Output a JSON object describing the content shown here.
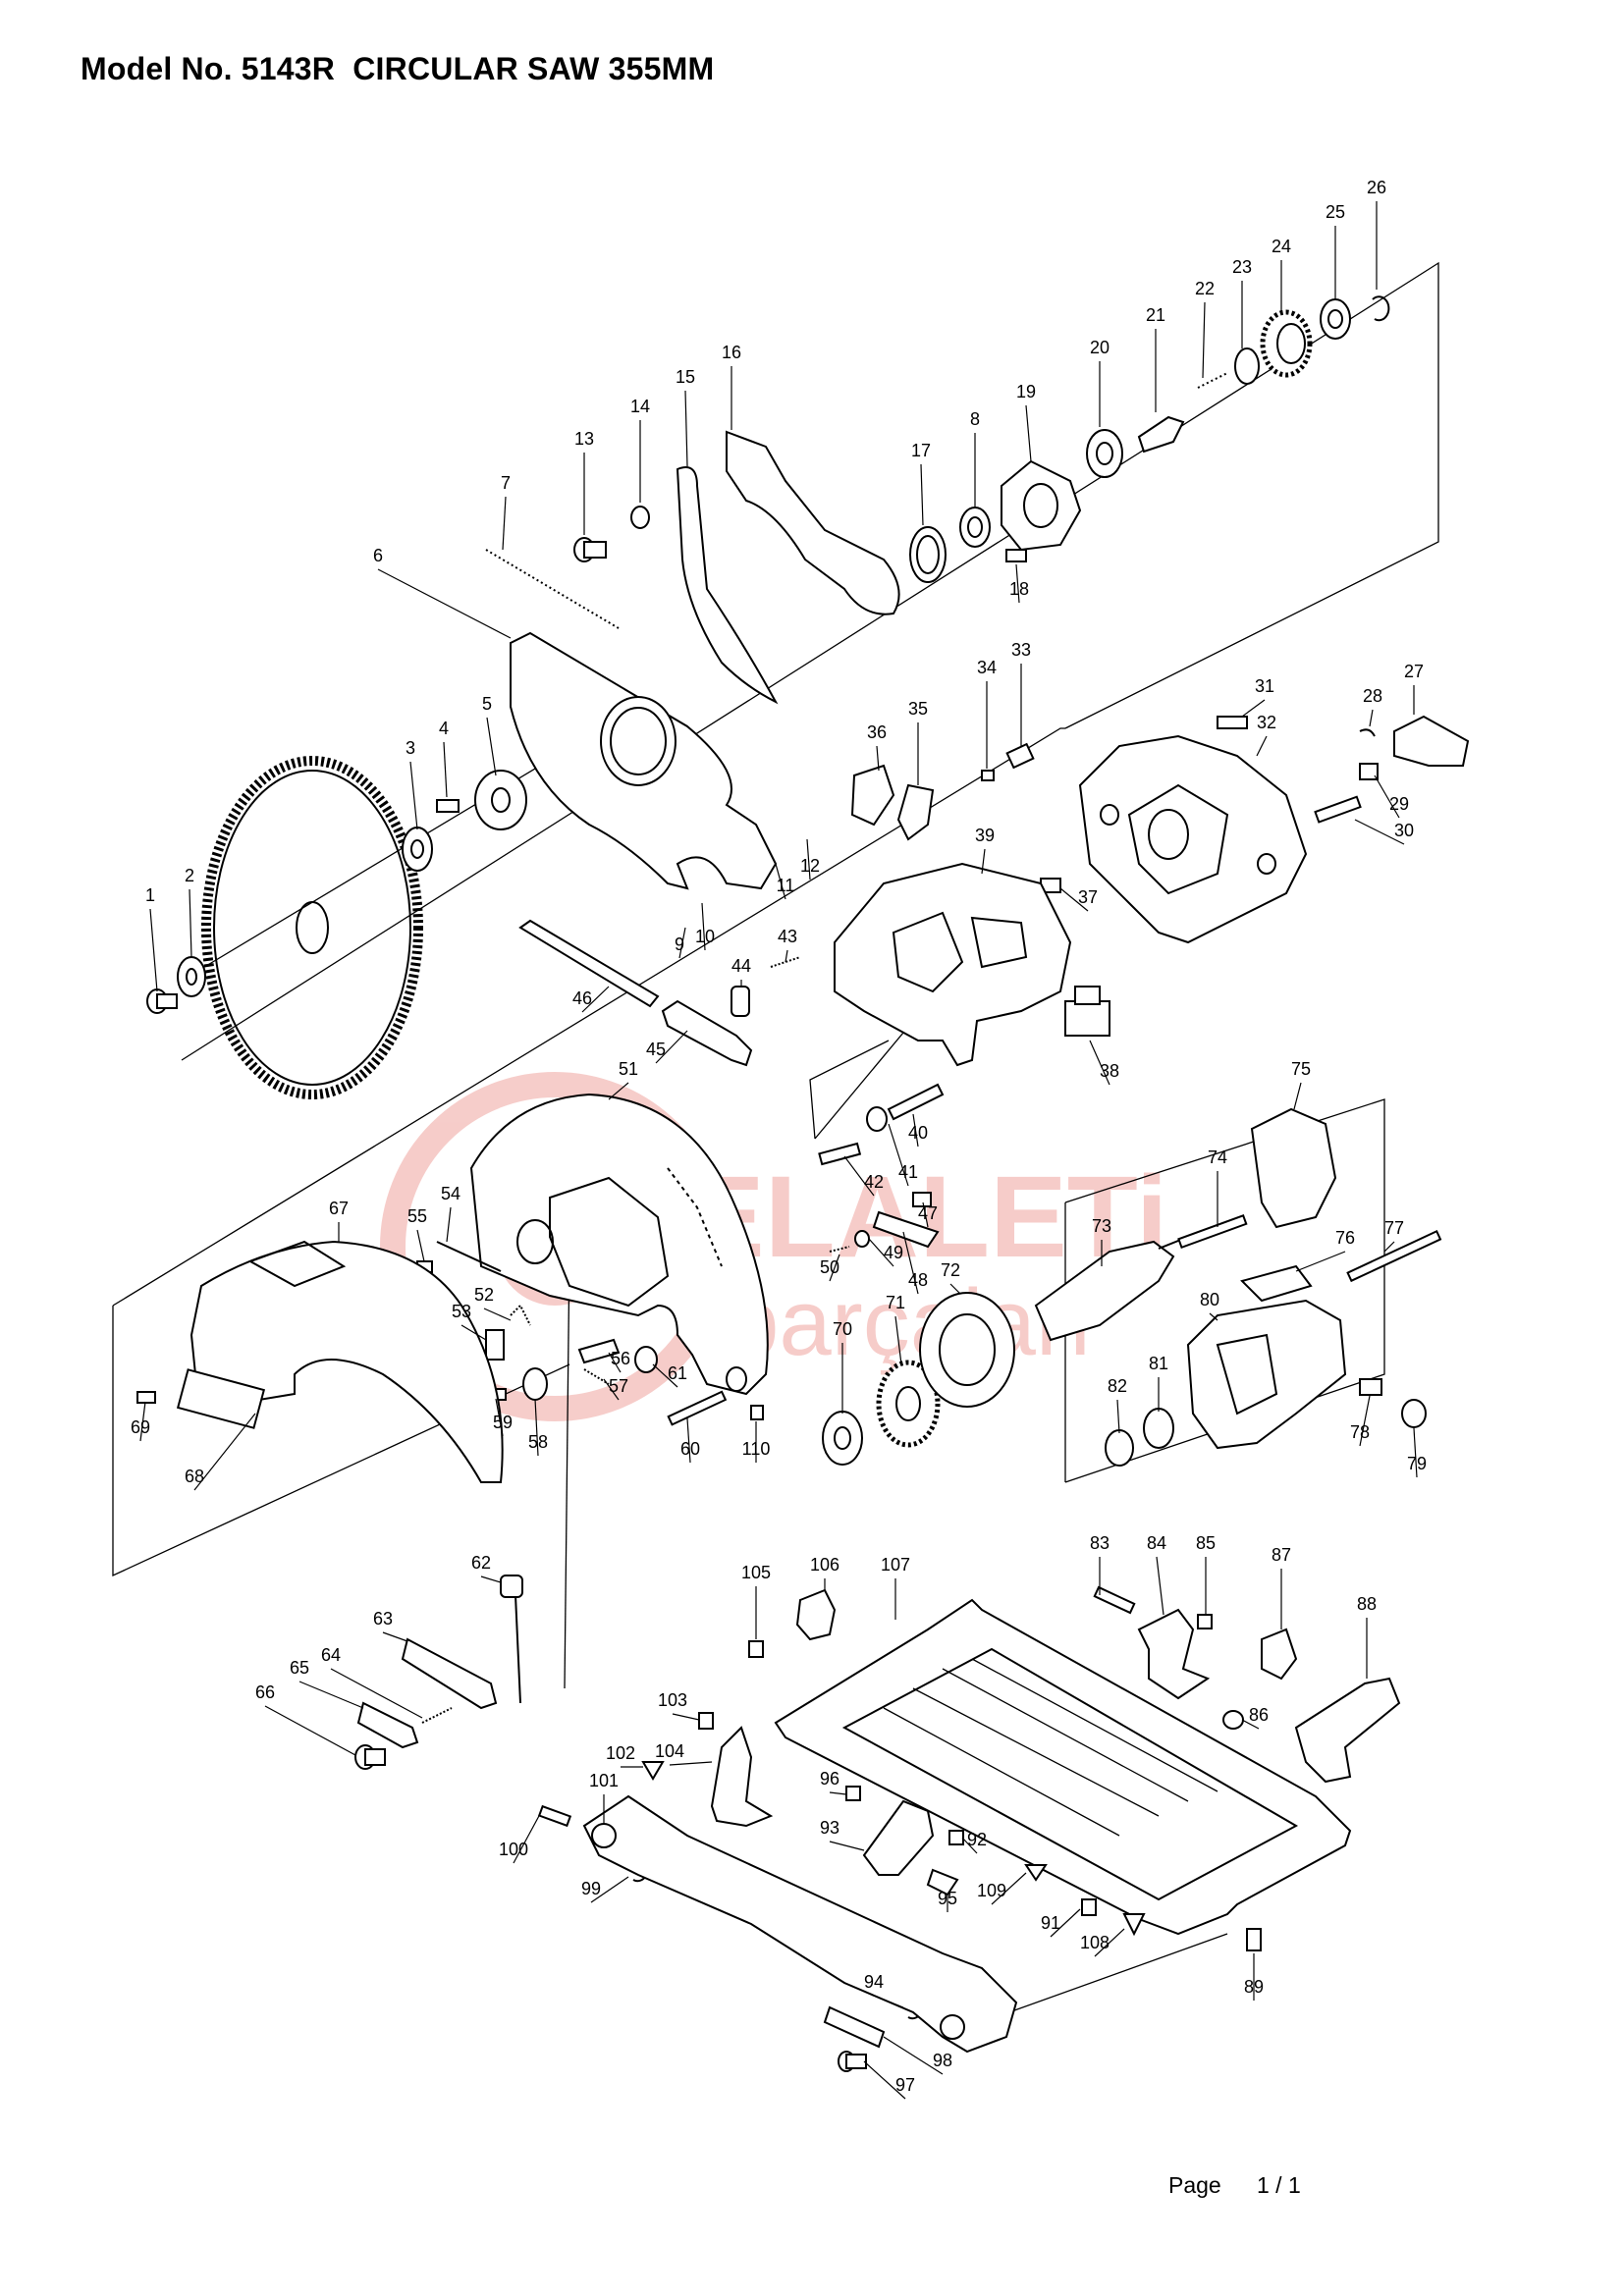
{
  "header": {
    "title": "Model No. 5143R  CIRCULAR SAW 355MM"
  },
  "watermark": {
    "line1": "ELALETi",
    "line2": "parçaları",
    "color": "#e04a3f"
  },
  "footer": {
    "page_label": "Page",
    "page_number": "1 / 1"
  },
  "parts": [
    "1",
    "2",
    "3",
    "4",
    "5",
    "6",
    "7",
    "8",
    "9",
    "10",
    "11",
    "12",
    "13",
    "14",
    "15",
    "16",
    "17",
    "18",
    "19",
    "20",
    "21",
    "22",
    "23",
    "24",
    "25",
    "26",
    "27",
    "28",
    "29",
    "30",
    "31",
    "32",
    "33",
    "34",
    "35",
    "36",
    "37",
    "38",
    "39",
    "40",
    "41",
    "42",
    "43",
    "44",
    "45",
    "46",
    "47",
    "48",
    "49",
    "50",
    "51",
    "52",
    "53",
    "54",
    "55",
    "56",
    "57",
    "58",
    "59",
    "60",
    "61",
    "62",
    "63",
    "64",
    "65",
    "66",
    "67",
    "68",
    "69",
    "70",
    "71",
    "72",
    "73",
    "74",
    "75",
    "76",
    "77",
    "78",
    "79",
    "80",
    "81",
    "82",
    "83",
    "84",
    "85",
    "86",
    "87",
    "88",
    "89",
    "91",
    "92",
    "93",
    "94",
    "95",
    "96",
    "97",
    "98",
    "99",
    "100",
    "101",
    "102",
    "103",
    "104",
    "105",
    "106",
    "107",
    "108",
    "109",
    "110"
  ]
}
